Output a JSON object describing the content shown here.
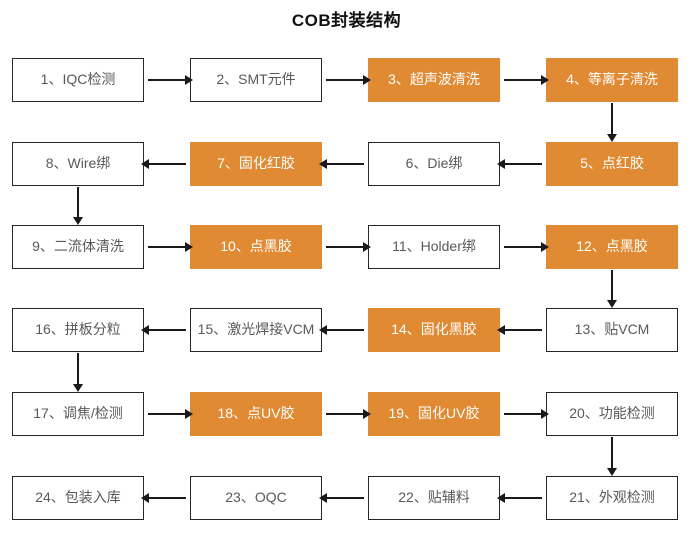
{
  "title": "COB封装结构",
  "colors": {
    "highlight_orange": "#e08a33",
    "box_background": "#ffffff",
    "box_border": "#262626",
    "box_text_gray": "#595959",
    "highlight_text": "#ffffff",
    "arrow_black": "#1a1a1a",
    "title_black": "#111111"
  },
  "flow": {
    "nodes": [
      {
        "id": 1,
        "label": "1、IQC检测",
        "highlight": false
      },
      {
        "id": 2,
        "label": "2、SMT元件",
        "highlight": false
      },
      {
        "id": 3,
        "label": "3、超声波清洗",
        "highlight": true
      },
      {
        "id": 4,
        "label": "4、等离子清洗",
        "highlight": true
      },
      {
        "id": 5,
        "label": "5、点红胶",
        "highlight": true
      },
      {
        "id": 6,
        "label": "6、Die绑",
        "highlight": false
      },
      {
        "id": 7,
        "label": "7、固化红胶",
        "highlight": true
      },
      {
        "id": 8,
        "label": "8、Wire绑",
        "highlight": false
      },
      {
        "id": 9,
        "label": "9、二流体清洗",
        "highlight": false
      },
      {
        "id": 10,
        "label": "10、点黑胶",
        "highlight": true
      },
      {
        "id": 11,
        "label": "11、Holder绑",
        "highlight": false
      },
      {
        "id": 12,
        "label": "12、点黑胶",
        "highlight": true
      },
      {
        "id": 13,
        "label": "13、贴VCM",
        "highlight": false
      },
      {
        "id": 14,
        "label": "14、固化黑胶",
        "highlight": true
      },
      {
        "id": 15,
        "label": "15、激光焊接VCM",
        "highlight": false
      },
      {
        "id": 16,
        "label": "16、拼板分粒",
        "highlight": false
      },
      {
        "id": 17,
        "label": "17、调焦/检测",
        "highlight": false
      },
      {
        "id": 18,
        "label": "18、点UV胶",
        "highlight": true
      },
      {
        "id": 19,
        "label": "19、固化UV胶",
        "highlight": true
      },
      {
        "id": 20,
        "label": "20、功能检测",
        "highlight": false
      },
      {
        "id": 21,
        "label": "21、外观检测",
        "highlight": false
      },
      {
        "id": 22,
        "label": "22、贴辅料",
        "highlight": false
      },
      {
        "id": 23,
        "label": "23、OQC",
        "highlight": false
      },
      {
        "id": 24,
        "label": "24、包装入库",
        "highlight": false
      }
    ]
  }
}
